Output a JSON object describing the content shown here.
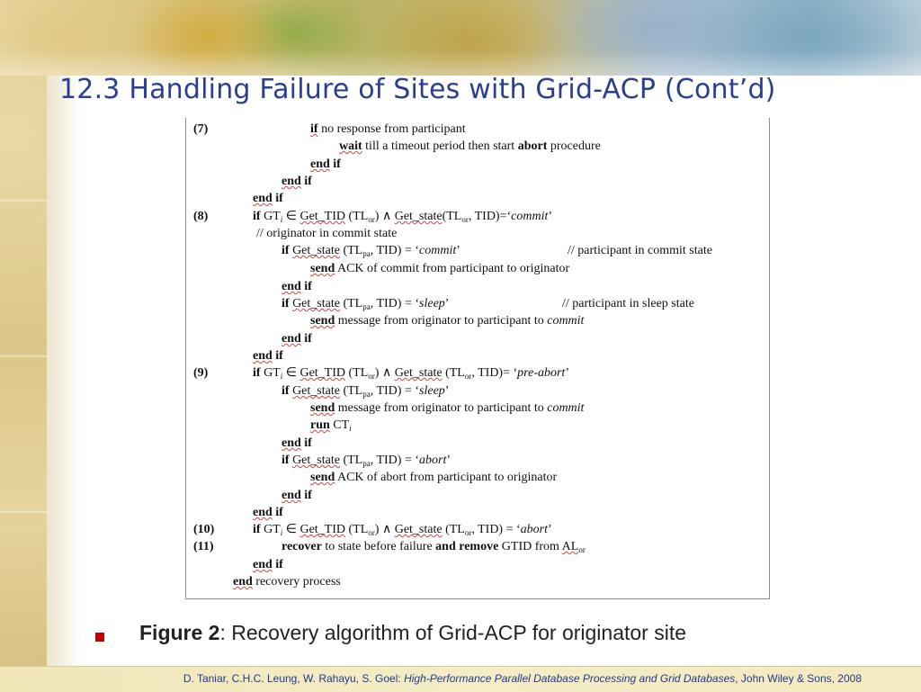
{
  "slide": {
    "title": "12.3 Handling Failure of Sites with Grid-ACP (Cont’d)",
    "caption_bold": "Figure 2",
    "caption_rest": ": Recovery algorithm of Grid-ACP for originator site",
    "footer_authors": "D. Taniar, C.H.C. Leung, W. Rahayu, S. Goel: ",
    "footer_book": "High-Performance Parallel Database Processing and Grid Databases",
    "footer_publisher": ", John Wiley & Sons, 2008"
  },
  "algorithm": {
    "step_7": "(7)",
    "step_8": "(8)",
    "step_9": "(9)",
    "step_10": "(10)",
    "step_11": "(11)",
    "kw_if": "if",
    "kw_wait": "wait",
    "kw_abort": "abort",
    "kw_end": "end",
    "kw_send": "send",
    "kw_run": "run",
    "kw_recover": "recover",
    "kw_and_remove": "and remove",
    "l1_text": " no response from participant",
    "l2_text": " till a timeout period then start ",
    "l2_tail": " procedure",
    "gt": " GT",
    "gt_sub": "i",
    "elem": " ∈ ",
    "get_tid": "Get_TID",
    "tl": "TL",
    "sub_or": "or",
    "sub_pa": "pa",
    "get_state": "Get_state",
    "l7_mid": ") ∧ ",
    "l7_tail": ", TID)=‘",
    "commit": "commit",
    "quote_close": "’",
    "comment_originator": "// originator in commit state",
    "state_eq": ", TID) = ‘",
    "comment_commit": "// participant in commit state",
    "ack_commit": " ACK of commit from participant to originator",
    "sleep": "sleep",
    "comment_sleep": "// participant in sleep state",
    "msg_to": " message from originator to participant to ",
    "pre_abort": "pre-abort",
    "l17_tail": ", TID)= ‘",
    "ct": " CT",
    "abort": "abort",
    "ack_abort": " ACK of abort from participant to originator",
    "l28_text": " to state before failure ",
    "gtid_text": " GTID from ",
    "al": "AL",
    "recovery_process": " recovery process"
  }
}
